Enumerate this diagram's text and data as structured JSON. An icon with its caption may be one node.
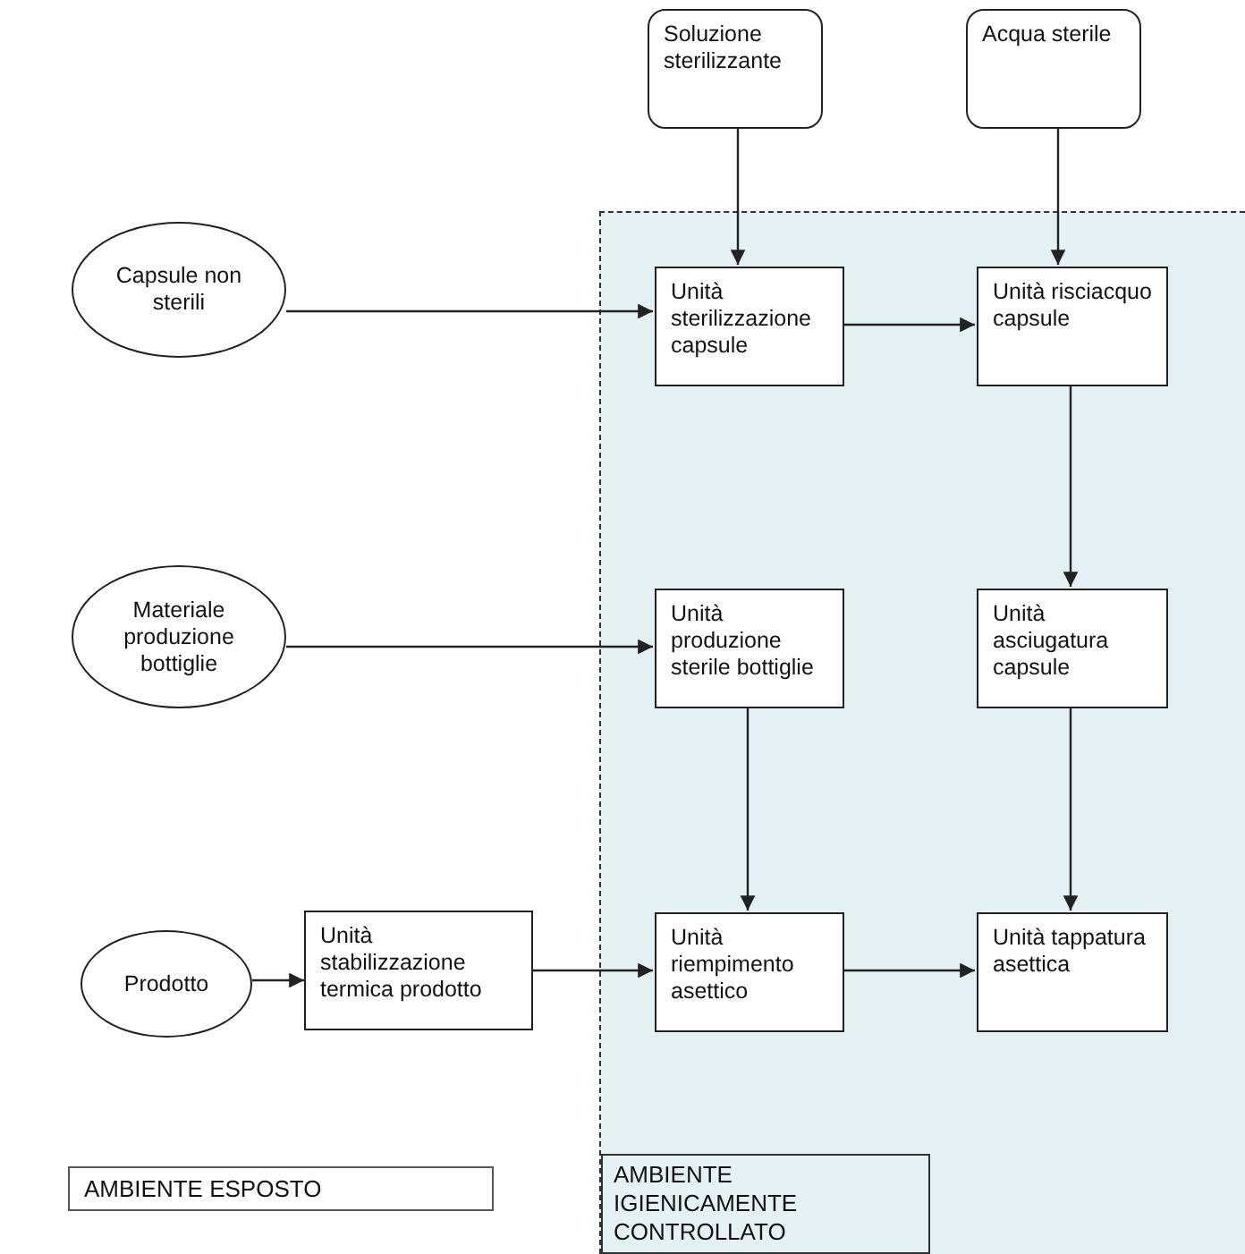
{
  "diagram": {
    "nodes": [
      {
        "text": [
          "Soluzione sterilizzante"
        ]
      },
      {
        "text": [
          "Acqua sterile"
        ]
      },
      {
        "text": [
          "AMBIENTE IGIENICAMENTE CONTROLLATO"
        ]
      },
      {
        "text": [
          "Capsule non sterili"
        ]
      },
      {
        "text": [
          "Unità sterilizzazione capsule"
        ],
        "in": 2
      },
      {
        "text": [
          "Unità risciacquo capsule"
        ],
        "in": 2
      },
      {
        "text": [
          "Materiale produzione bottiglie"
        ]
      },
      {
        "text": [
          "Unità produzione sterile bottiglie"
        ],
        "in": 2
      },
      {
        "text": [
          "Unità asciugatura capsule"
        ],
        "in": 2
      },
      {
        "text": [
          "Prodotto"
        ]
      },
      {
        "text": [
          "Unità stabilizzazione termica prodotto"
        ]
      },
      {
        "text": [
          "Unità riempimento asettico"
        ],
        "in": 2
      },
      {
        "text": [
          "Unità tappatura asettica"
        ],
        "in": 2
      },
      {
        "text": [
          "AMBIENTE ESPOSTO"
        ]
      }
    ],
    "edges": [
      {
        "from": 0,
        "to": 4,
        "arrow": "to"
      },
      {
        "from": 1,
        "to": 5,
        "arrow": "to"
      },
      {
        "from": 3,
        "to": 4,
        "arrow": "to"
      },
      {
        "from": 4,
        "to": 5,
        "arrow": "to"
      },
      {
        "from": 5,
        "to": 8,
        "arrow": "to"
      },
      {
        "from": 6,
        "to": 7,
        "arrow": "to"
      },
      {
        "from": 8,
        "to": 12,
        "arrow": "to"
      },
      {
        "from": 7,
        "to": 11,
        "arrow": "to"
      },
      {
        "from": 9,
        "to": 10,
        "arrow": "to"
      },
      {
        "from": 10,
        "to": 11,
        "arrow": "to"
      },
      {
        "from": 11,
        "to": 12,
        "arrow": "to"
      }
    ]
  }
}
